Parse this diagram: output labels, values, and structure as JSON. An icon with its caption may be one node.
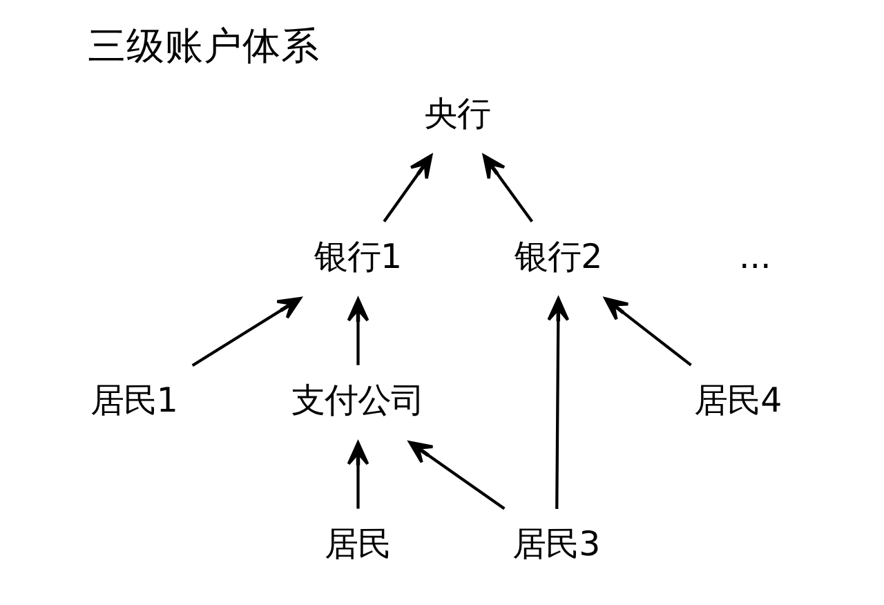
{
  "diagram": {
    "title": "三级账户体系",
    "nodes": [
      {
        "text": [
          "央行"
        ]
      },
      {
        "text": [
          "银行1"
        ]
      },
      {
        "text": [
          "银行2"
        ]
      },
      {
        "text": [
          "居民1"
        ]
      },
      {
        "text": [
          "支付公司"
        ]
      },
      {
        "text": [
          "居民4"
        ]
      },
      {
        "text": [
          "居民3"
        ]
      },
      {
        "text": [
          "居民"
        ]
      }
    ],
    "edges": [
      {
        "from": 1,
        "to": 0,
        "arrow": "to"
      },
      {
        "from": 2,
        "to": 0,
        "arrow": "to"
      },
      {
        "from": 3,
        "to": 1,
        "arrow": "to"
      },
      {
        "from": 4,
        "to": 1,
        "arrow": "to"
      },
      {
        "from": 6,
        "to": 2,
        "arrow": "to"
      },
      {
        "from": 5,
        "to": 2,
        "arrow": "to"
      },
      {
        "from": 6,
        "to": 4,
        "arrow": "to"
      },
      {
        "from": 7,
        "to": 4,
        "arrow": "to"
      }
    ],
    "labels": [
      "..."
    ]
  }
}
